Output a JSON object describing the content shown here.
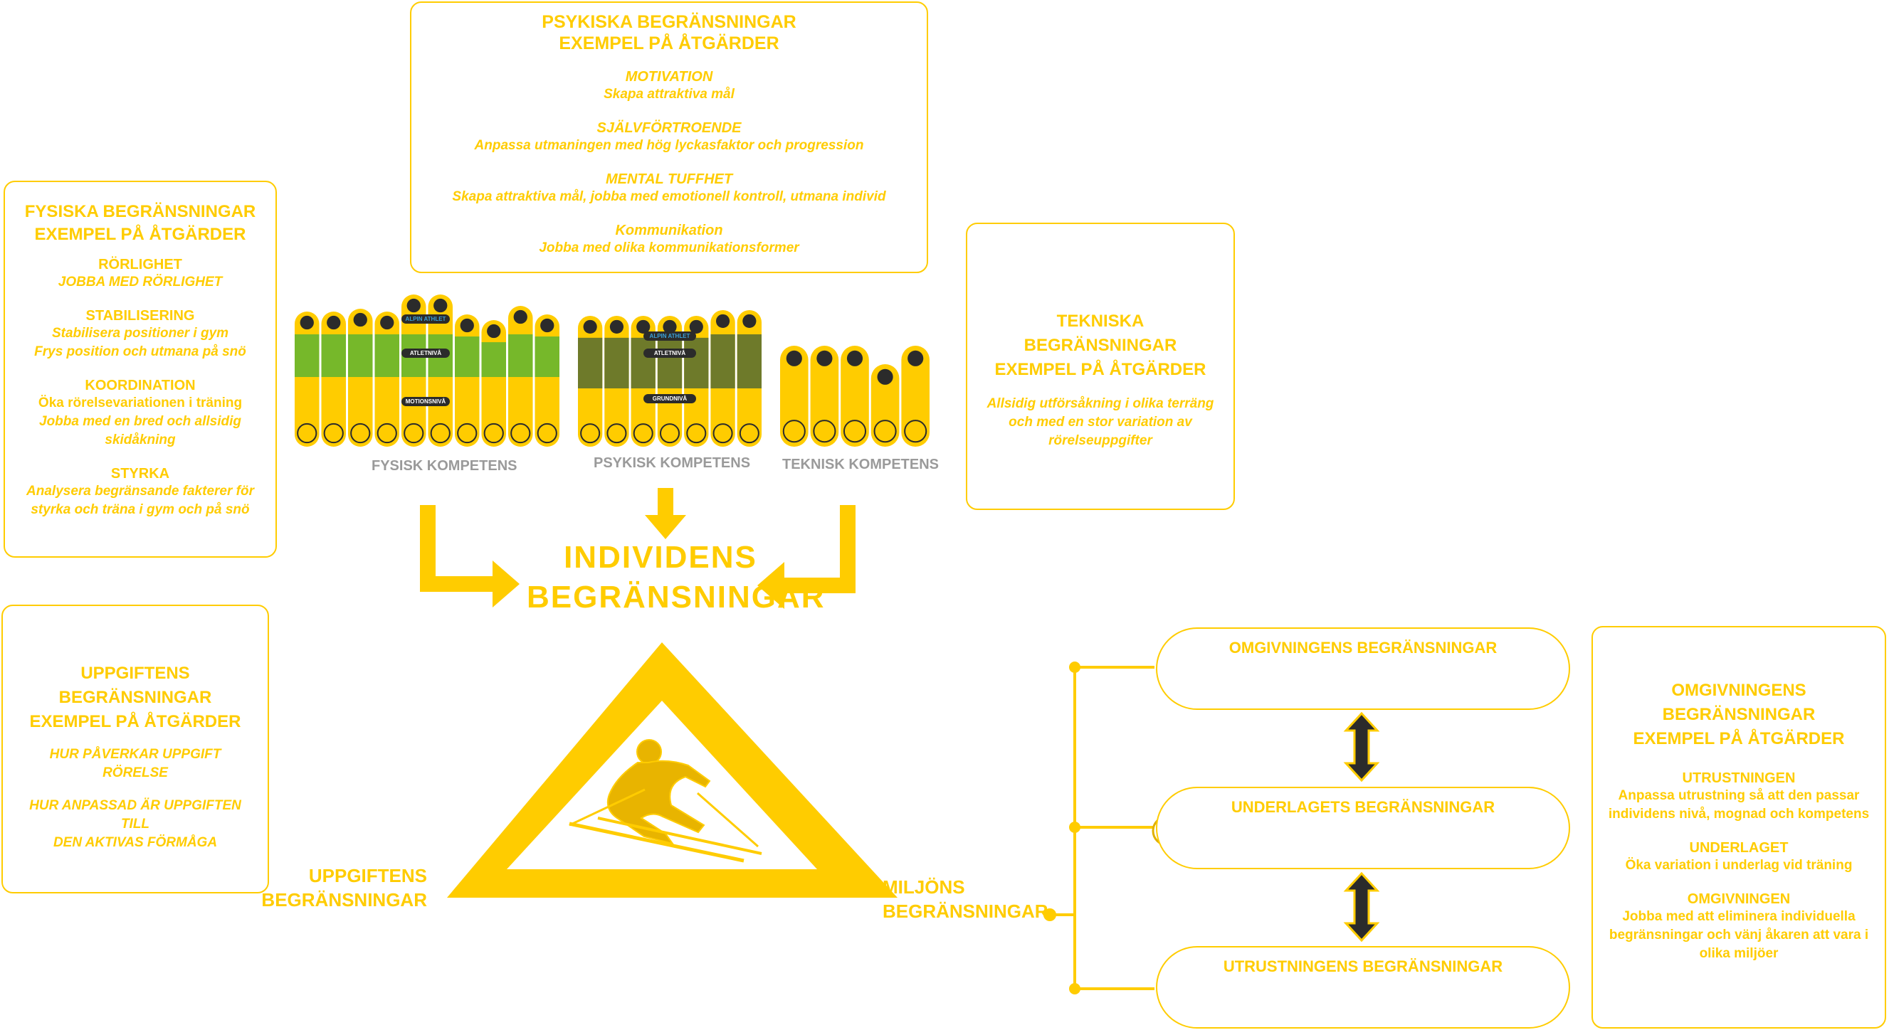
{
  "psych_box": {
    "title1": "PSYKISKA BEGRÄNSNINGAR",
    "title2": "EXEMPEL PÅ ÅTGÄRDER",
    "items": [
      {
        "head": "MOTIVATION",
        "text": "Skapa attraktiva mål"
      },
      {
        "head": "SJÄLVFÖRTROENDE",
        "text": "Anpassa utmaningen med hög lyckasfaktor och progression"
      },
      {
        "head": "MENTAL TUFFHET",
        "text": "Skapa attraktiva mål, jobba med emotionell kontroll, utmana  individ"
      },
      {
        "head": "Kommunikation",
        "text": "Jobba med olika kommunikationsformer"
      }
    ]
  },
  "phys_box": {
    "title1": "FYSISKA BEGRÄNSNINGAR",
    "title2": "EXEMPEL PÅ ÅTGÄRDER",
    "items": [
      {
        "head": "RÖRLIGHET",
        "lines": [
          "JOBBA MED RÖRLIGHET"
        ]
      },
      {
        "head": "STABILISERING",
        "lines": [
          "Stabilisera positioner i gym",
          "Frys position och utmana på snö"
        ]
      },
      {
        "head": "KOORDINATION",
        "lines": [
          "Öka rörelsevariationen i träning",
          "Jobba med en bred och allsidig",
          "skidåkning"
        ]
      },
      {
        "head": "STYRKA",
        "lines": [
          "Analysera begränsande fakterer för",
          "styrka och träna i gym och på snö"
        ]
      }
    ]
  },
  "tech_box": {
    "title1": "TEKNISKA BEGRÄNSNINGAR",
    "title2": "EXEMPEL PÅ ÅTGÄRDER",
    "lines": [
      "Allsidig utförsåkning i olika terräng",
      "och med  en stor variation av",
      "rörelseuppgifter"
    ]
  },
  "task_box": {
    "title1": "UPPGIFTENS BEGRÄNSNINGAR",
    "title2": "EXEMPEL PÅ ÅTGÄRDER",
    "line1": "HUR PÅVERKAR  UPPGIFT RÖRELSE",
    "line2a": "HUR ANPASSAD ÄR UPPGIFTEN TILL",
    "line2b": "DEN AKTIVAS FÖRMÅGA"
  },
  "env_box": {
    "title1": "OMGIVNINGENS BEGRÄNSNINGAR",
    "title2": "EXEMPEL PÅ ÅTGÄRDER",
    "items": [
      {
        "head": "UTRUSTNINGEN",
        "lines": [
          "Anpassa utrustning så att den passar",
          "individens nivå, mognad och kompetens"
        ]
      },
      {
        "head": "UNDERLAGET",
        "lines": [
          "Öka variation i underlag  vid träning"
        ]
      },
      {
        "head": "OMGIVNINGEN",
        "lines": [
          "Jobba med att eliminera individuella",
          "begränsningar och vänj åkaren att vara i",
          "olika miljöer"
        ]
      }
    ]
  },
  "competence_labels": {
    "physical": "FYSISK KOMPETENS",
    "psychic": "PSYKISK KOMPETENS",
    "technical": "TEKNISK KOMPETENS"
  },
  "bar_tags": {
    "alpin": "ALPIN ATHLET",
    "atlet": "ATLETNIVÅ",
    "motion": "MOTIONSNIVÅ",
    "grund": "GRUNDNIVÅ"
  },
  "center": {
    "line1": "INDIVIDENS",
    "line2": "BEGRÄNSNINGAR",
    "left1": "UPPGIFTENS",
    "left2": "BEGRÄNSNINGAR",
    "right1": "MILJÖNS",
    "right2": "BEGRÄNSNINGAR"
  },
  "pills": {
    "surroundings": "OMGIVNINGENS BEGRÄNSNINGAR",
    "surface": "UNDERLAGETS BEGRÄNSNINGAR",
    "equipment": "UTRUSTNINGENS BEGRÄNSNINGAR"
  },
  "colors": {
    "yellow": "#ffcc00",
    "green": "#76b82a",
    "olive": "#6e7a2a",
    "dark": "#2b2b2b",
    "gray": "#9a9a9a"
  }
}
